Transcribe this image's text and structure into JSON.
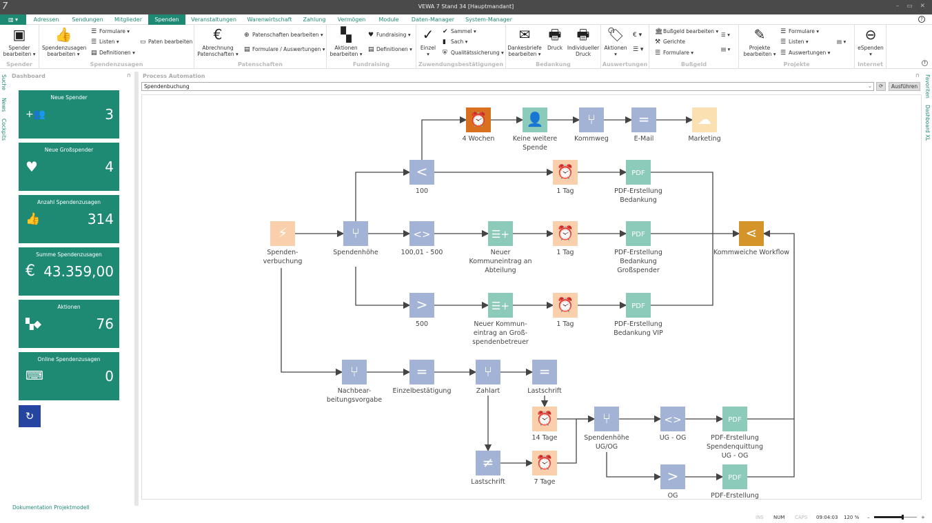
{
  "window": {
    "title": "VEWA 7 Stand 34 [Hauptmandant]",
    "logo": "7",
    "controls": "– ▭ ✕"
  },
  "tabs": {
    "menu": "▥ ▾",
    "items": [
      "Adressen",
      "Sendungen",
      "Mitglieder",
      "Spenden",
      "Veranstaltungen",
      "Warenwirtschaft",
      "Zahlung",
      "Vermögen",
      "Module",
      "Daten-Manager",
      "System-Manager"
    ],
    "active": "Spenden",
    "help": "?"
  },
  "ribbon": {
    "groups": {
      "spender": {
        "label": "Spender",
        "btn": "Spender\nbearbeiten ▾"
      },
      "spendenzusagen": {
        "label": "Spendenzusagen",
        "btn1": "Spendenzusagen",
        "btn2": "bearbeiten ▾",
        "formulare": "Formulare ▾",
        "listen": "Listen ▾",
        "definitionen": "Definitionen ▾",
        "paten": "Paten bearbeiten"
      },
      "patenschaften": {
        "label": "Patenschaften",
        "btn1": "Abrechnung",
        "btn2": "Patenschaften ▾",
        "edit": "Patenschaften bearbeiten ▾",
        "forms": "Formulare / Auswertungen ▾"
      },
      "fundraising": {
        "label": "Fundraising",
        "btn1": "Aktionen",
        "btn2": "bearbeiten ▾",
        "fund": "Fundraising ▾",
        "def": "Definitionen ▾"
      },
      "zuwendung": {
        "label": "Zuwendungsbestätigungen",
        "btn1": "Einzel",
        "btn2": "▾",
        "sammel": "Sammel ▾",
        "sach": "Sach ▾",
        "qs": "Qualitätssicherung ▾"
      },
      "bedankung": {
        "label": "Bedankung",
        "dank1": "Dankesbriefe",
        "dank2": "bearbeiten ▾",
        "druck": "Druck",
        "ind1": "Individueller",
        "ind2": "Druck"
      },
      "auswertungen": {
        "label": "Auswertungen",
        "btn1": "Aktionen",
        "btn2": "▾",
        "euro": "€ ▾",
        "list": "☰ ▾"
      },
      "bussgeld": {
        "label": "Bußgeld",
        "edit": "Bußgeld bearbeiten ▾",
        "gerichte": "Gerichte",
        "formulare": "Formulare ▾",
        "list": "☰ ▾",
        "db": "▤ ▾"
      },
      "projekte": {
        "label": "Projekte",
        "btn1": "Projekte",
        "btn2": "bearbeiten ▾",
        "formulare": "Formulare ▾",
        "listen": "Listen ▾",
        "auswertungen": "Auswertungen ▾",
        "db": "▤ ▾"
      },
      "internet": {
        "label": "Internet",
        "btn1": "eSpenden",
        "btn2": "▾"
      }
    }
  },
  "side_tabs_left": [
    "Suche",
    "News",
    "Cockpits"
  ],
  "side_tabs_right": [
    "Favoriten",
    "Dashboard XL"
  ],
  "dashboard": {
    "title": "Dashboard",
    "tiles": [
      {
        "title": "Neue Spender",
        "icon": "add-users-icon",
        "glyph": "+👥",
        "value": "3"
      },
      {
        "title": "Neue Großspender",
        "icon": "heart-icon",
        "glyph": "♥",
        "value": "4"
      },
      {
        "title": "Anzahl Spendenzusagen",
        "icon": "thumbs-up-icon",
        "glyph": "👍",
        "value": "314"
      },
      {
        "title": "Summe Spendenzusagen",
        "icon": "euro-icon",
        "glyph": "€",
        "value": "43.359,00"
      },
      {
        "title": "Aktionen",
        "icon": "widgets-icon",
        "glyph": "▚◆",
        "value": "76"
      },
      {
        "title": "Online Spendenzusagen",
        "icon": "keyboard-icon",
        "glyph": "⌨",
        "value": "0"
      }
    ],
    "refresh": "↻",
    "doc_link": "Dokumentation Projektmodell"
  },
  "process": {
    "title": "Process Automation",
    "selected": "Spendenbuchung",
    "execute": "Ausführen",
    "reload": "⟳",
    "nodes": [
      {
        "id": "trigger",
        "type": "trigger",
        "label": [
          "Spenden-",
          "verbuchung"
        ]
      },
      {
        "id": "split1",
        "type": "split",
        "label": [
          "Spendenhöhe"
        ]
      },
      {
        "id": "lt100",
        "type": "lt",
        "label": [
          "100"
        ]
      },
      {
        "id": "range",
        "type": "range",
        "label": [
          "100,01 - 500"
        ]
      },
      {
        "id": "gt500",
        "type": "gt",
        "label": [
          "500"
        ]
      },
      {
        "id": "w4",
        "type": "timer-dark",
        "label": [
          "4 Wochen"
        ]
      },
      {
        "id": "keine",
        "type": "person",
        "label": [
          "Keine weitere",
          "Spende"
        ]
      },
      {
        "id": "kommweg",
        "type": "split",
        "label": [
          "Kommweg"
        ]
      },
      {
        "id": "email",
        "type": "equal",
        "label": [
          "E-Mail"
        ]
      },
      {
        "id": "marketing",
        "type": "cloud",
        "label": [
          "Marketing"
        ]
      },
      {
        "id": "t1a",
        "type": "timer",
        "label": [
          "1 Tag"
        ]
      },
      {
        "id": "pdf1",
        "type": "pdf",
        "label": [
          "PDF-Erstellung",
          "Bedankung"
        ]
      },
      {
        "id": "komm1",
        "type": "addlist",
        "label": [
          "Neuer",
          "Kommuneintrag an",
          "Abteilung"
        ]
      },
      {
        "id": "t1b",
        "type": "timer",
        "label": [
          "1 Tag"
        ]
      },
      {
        "id": "pdf2",
        "type": "pdf",
        "label": [
          "PDF-Erstellung",
          "Bedankung",
          "Großspender"
        ]
      },
      {
        "id": "komm2",
        "type": "addlist",
        "label": [
          "Neuer Kommun-",
          "eintrag an Groß-",
          "spendenbetreuer"
        ]
      },
      {
        "id": "t1c",
        "type": "timer",
        "label": [
          "1 Tag"
        ]
      },
      {
        "id": "pdf3",
        "type": "pdf",
        "label": [
          "PDF-Erstellung",
          "Bedankung VIP"
        ]
      },
      {
        "id": "share",
        "type": "share",
        "label": [
          "Kommweiche Workflow"
        ]
      },
      {
        "id": "nach",
        "type": "split",
        "label": [
          "Nachbear-",
          "beitungsvorgabe"
        ]
      },
      {
        "id": "einzel",
        "type": "equal",
        "label": [
          "Einzelbestätigung"
        ]
      },
      {
        "id": "zahlart",
        "type": "split",
        "label": [
          "Zahlart"
        ]
      },
      {
        "id": "last1",
        "type": "equal",
        "label": [
          "Lastschrift"
        ]
      },
      {
        "id": "t14",
        "type": "timer",
        "label": [
          "14 Tage"
        ]
      },
      {
        "id": "last2",
        "type": "neq",
        "label": [
          "Lastschrift"
        ]
      },
      {
        "id": "t7",
        "type": "timer",
        "label": [
          "7 Tage"
        ]
      },
      {
        "id": "split2",
        "type": "split",
        "label": [
          "Spendenhöhe",
          "UG/OG"
        ]
      },
      {
        "id": "ugog",
        "type": "range",
        "label": [
          "UG - OG"
        ]
      },
      {
        "id": "pdf4",
        "type": "pdf",
        "label": [
          "PDF-Erstellung",
          "Spendenquittung",
          "UG - OG"
        ]
      },
      {
        "id": "og",
        "type": "gt",
        "label": [
          "OG"
        ]
      },
      {
        "id": "pdf5",
        "type": "pdf",
        "label": [
          "PDF-Erstellung"
        ]
      }
    ],
    "colors": {
      "blue": "#a3b3d6",
      "green": "#8ccab9",
      "peach": "#f9cfac",
      "orange": "#d9701f",
      "gold": "#d4942a",
      "sand": "#fbe0b2",
      "line": "#444444"
    }
  },
  "status": {
    "ins": "INS",
    "num": "NUM",
    "caps": "CAPS",
    "time": "09:04:03",
    "zoom": "120 %",
    "zoom_minus": "–",
    "zoom_plus": "+",
    "zoom_level_percent": 120
  }
}
